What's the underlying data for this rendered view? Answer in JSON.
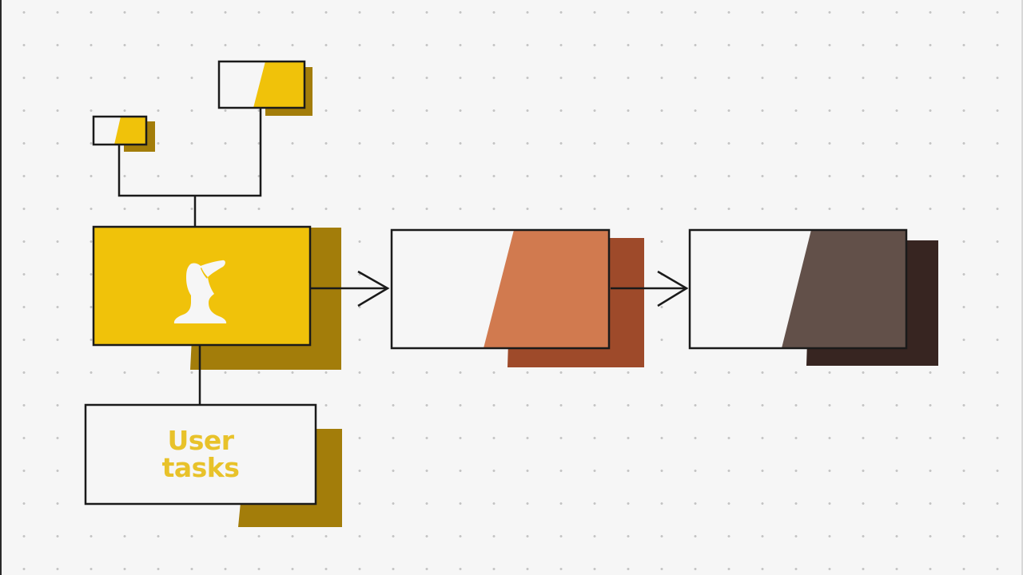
{
  "diagram": {
    "type": "flow-diagram",
    "background": {
      "color": "#f6f6f6",
      "pattern": "dot-grid",
      "dot_color": "#c4c4c4"
    },
    "colors": {
      "outline": "#1a1a1a",
      "box_fill": "#f6f6f6",
      "yellow": "#f0c20a",
      "yellow_shadow": "#a37d0a",
      "orange": "#d17a4f",
      "orange_shadow": "#9e4a2a",
      "brown": "#625049",
      "brown_shadow": "#372521",
      "label_text": "#e8c22a"
    },
    "nodes": [
      {
        "id": "small-node",
        "fill": "partial-yellow",
        "has_shadow": true
      },
      {
        "id": "top-node",
        "fill": "partial-yellow",
        "has_shadow": true
      },
      {
        "id": "user-node",
        "fill": "yellow",
        "icon": "user-bust-icon",
        "has_shadow": true
      },
      {
        "id": "user-tasks-node",
        "fill": "white",
        "label": "User tasks",
        "has_shadow": true
      },
      {
        "id": "middle-node",
        "fill": "partial-orange",
        "has_shadow": true
      },
      {
        "id": "right-node",
        "fill": "partial-brown",
        "has_shadow": true
      }
    ],
    "edges": [
      {
        "from": "small-node",
        "to": "user-node",
        "style": "elbow"
      },
      {
        "from": "top-node",
        "to": "user-node",
        "style": "elbow"
      },
      {
        "from": "user-node",
        "to": "user-tasks-node",
        "style": "line"
      },
      {
        "from": "user-node",
        "to": "middle-node",
        "style": "arrow"
      },
      {
        "from": "middle-node",
        "to": "right-node",
        "style": "arrow"
      }
    ],
    "user_tasks_label_line1": "User",
    "user_tasks_label_line2": "tasks"
  }
}
